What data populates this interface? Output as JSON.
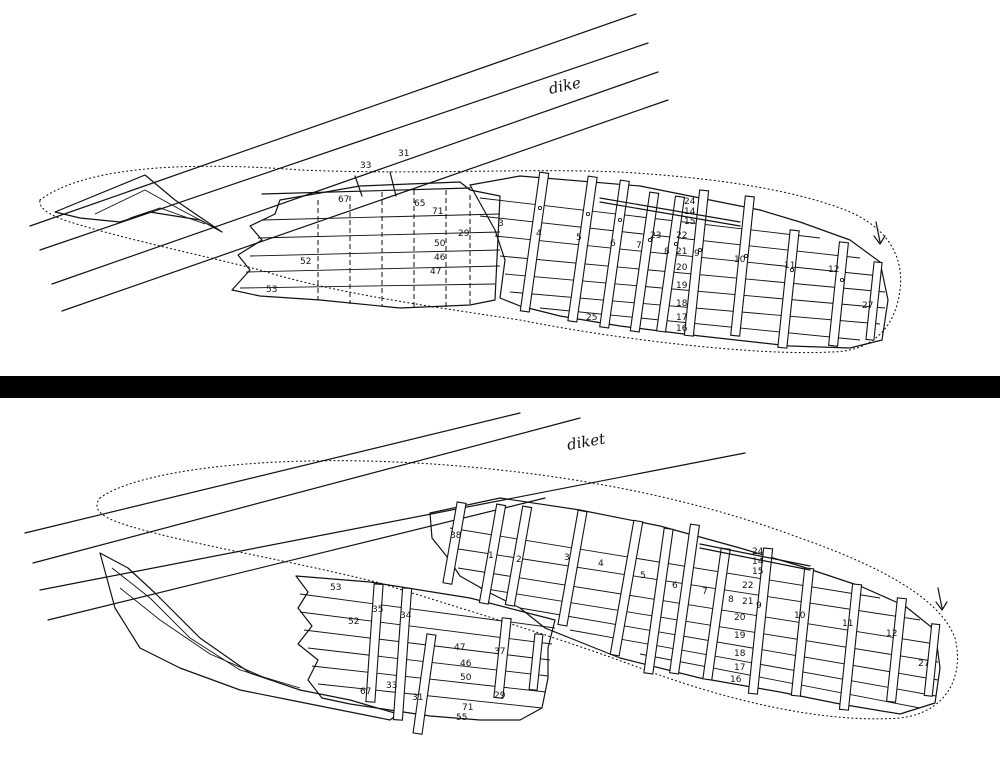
{
  "top_drawing": {
    "dike_label": "dike",
    "labels": [
      "33",
      "31",
      "67",
      "65",
      "71",
      "29",
      "50",
      "46",
      "47",
      "52",
      "53",
      "24",
      "14",
      "15",
      "22",
      "21",
      "20",
      "19",
      "18",
      "17",
      "16",
      "23",
      "9",
      "8",
      "7",
      "6",
      "5",
      "4",
      "3",
      "10",
      "11",
      "12",
      "27",
      "25"
    ]
  },
  "bottom_drawing": {
    "dike_label": "diket",
    "labels": [
      "38",
      "1",
      "2",
      "3",
      "4",
      "5",
      "6",
      "7",
      "8",
      "9",
      "10",
      "11",
      "12",
      "24",
      "14",
      "15",
      "22",
      "21",
      "20",
      "19",
      "18",
      "17",
      "16",
      "27",
      "53",
      "35",
      "34",
      "52",
      "47",
      "37",
      "46",
      "50",
      "67",
      "33",
      "31",
      "29",
      "71",
      "55"
    ]
  },
  "colors": {
    "ink": "#111111",
    "background": "#ffffff",
    "separator": "#000000"
  }
}
